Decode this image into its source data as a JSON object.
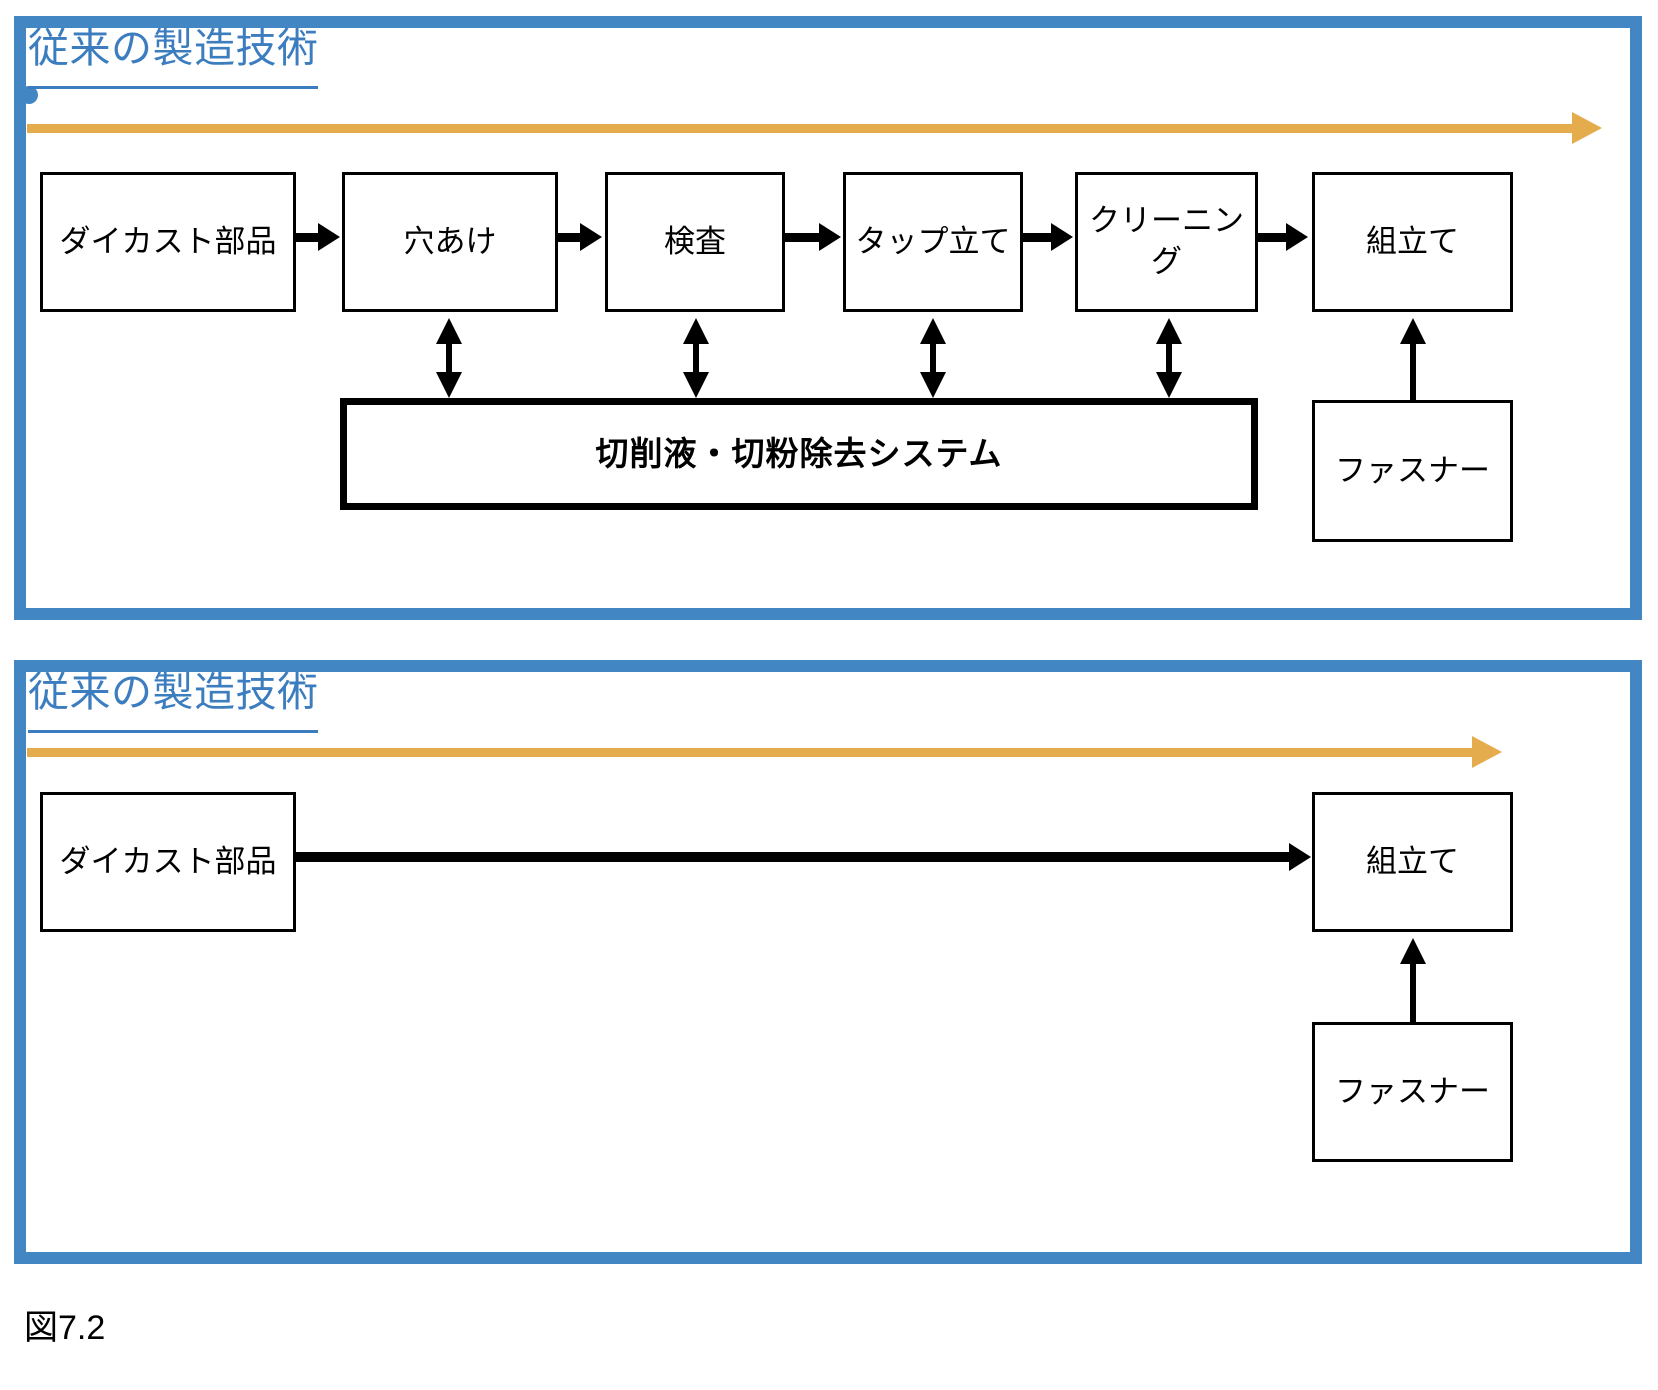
{
  "figure": {
    "caption": "図7.2"
  },
  "colors": {
    "panel_border": "#4287c4",
    "title_text": "#3c7dbf",
    "timeline_arrow": "#e5ac4d",
    "box_border": "#000000",
    "box_fill": "#ffffff"
  },
  "panels": [
    {
      "id": "panel-1",
      "title": "従来の製造技術",
      "timeline_arrow": "right-arrow",
      "process_boxes": [
        {
          "label": "ダイカスト部品"
        },
        {
          "label": "穴あけ"
        },
        {
          "label": "検査"
        },
        {
          "label": "タップ立て"
        },
        {
          "label": "クリーニング"
        },
        {
          "label": "組立て"
        }
      ],
      "support_box": {
        "label": "切削液・切粉除去システム"
      },
      "input_box": {
        "label": "ファスナー"
      },
      "connections": [
        {
          "from": "ダイカスト部品",
          "to": "穴あけ",
          "type": "arrow-right"
        },
        {
          "from": "穴あけ",
          "to": "検査",
          "type": "arrow-right"
        },
        {
          "from": "検査",
          "to": "タップ立て",
          "type": "arrow-right"
        },
        {
          "from": "タップ立て",
          "to": "クリーニング",
          "type": "arrow-right"
        },
        {
          "from": "クリーニング",
          "to": "組立て",
          "type": "arrow-right"
        },
        {
          "from": "穴あけ",
          "to": "切削液・切粉除去システム",
          "type": "arrow-double-vertical"
        },
        {
          "from": "検査",
          "to": "切削液・切粉除去システム",
          "type": "arrow-double-vertical"
        },
        {
          "from": "タップ立て",
          "to": "切削液・切粉除去システム",
          "type": "arrow-double-vertical"
        },
        {
          "from": "クリーニング",
          "to": "切削液・切粉除去システム",
          "type": "arrow-double-vertical"
        },
        {
          "from": "ファスナー",
          "to": "組立て",
          "type": "arrow-up"
        }
      ]
    },
    {
      "id": "panel-2",
      "title": "従来の製造技術",
      "timeline_arrow": "right-arrow",
      "process_boxes": [
        {
          "label": "ダイカスト部品"
        },
        {
          "label": "組立て"
        }
      ],
      "input_box": {
        "label": "ファスナー"
      },
      "connections": [
        {
          "from": "ダイカスト部品",
          "to": "組立て",
          "type": "arrow-right-long"
        },
        {
          "from": "ファスナー",
          "to": "組立て",
          "type": "arrow-up"
        }
      ]
    }
  ]
}
